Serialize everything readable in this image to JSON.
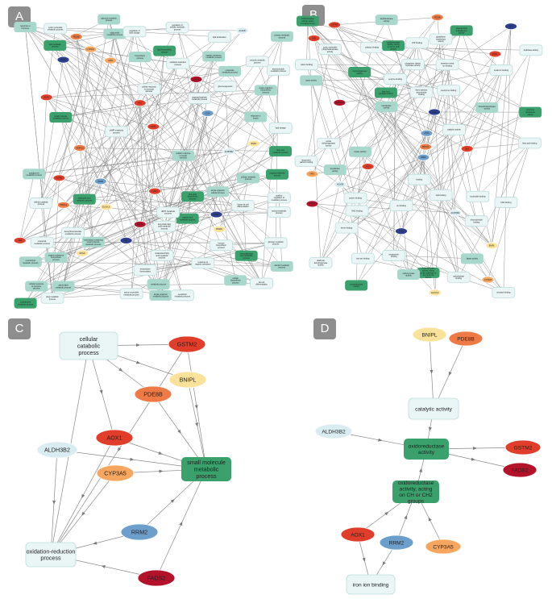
{
  "panels": {
    "a": {
      "label": "A"
    },
    "b": {
      "label": "B"
    },
    "c": {
      "label": "C"
    },
    "d": {
      "label": "D"
    }
  },
  "colors": {
    "edge": "#8a8a8a",
    "process_light": "#e9f6f5",
    "process_mid": "#a8d8cc",
    "process_dark": "#3aa06c",
    "gene_darkred": "#b3122a",
    "gene_red": "#e03d2a",
    "gene_orange": "#f07a45",
    "gene_lightorange": "#f6a65e",
    "gene_yellow": "#fbe29a",
    "gene_lightblue": "#d8ecf1",
    "gene_blue": "#6d9fcd",
    "gene_navy": "#2b3f8c"
  },
  "panel_c": {
    "nodes": [
      {
        "id": "cat",
        "label": "cellular catabolic process",
        "kind": "process_light"
      },
      {
        "id": "gstm2",
        "label": "GSTM2",
        "kind": "gene_red"
      },
      {
        "id": "bnipl",
        "label": "BNIPL",
        "kind": "gene_yellow"
      },
      {
        "id": "pde8b",
        "label": "PDE8B",
        "kind": "gene_orange"
      },
      {
        "id": "aox1",
        "label": "AOX1",
        "kind": "gene_red"
      },
      {
        "id": "aldh3b2",
        "label": "ALDH3B2",
        "kind": "gene_lightblue"
      },
      {
        "id": "cyp3a5",
        "label": "CYP3A5",
        "kind": "gene_lightorange"
      },
      {
        "id": "smm",
        "label": "small molecule metabolic process",
        "kind": "process_dark"
      },
      {
        "id": "rrm2",
        "label": "RRM2",
        "kind": "gene_blue"
      },
      {
        "id": "oxred",
        "label": "oxidation-reduction process",
        "kind": "process_light"
      },
      {
        "id": "fads2",
        "label": "FADS2",
        "kind": "gene_darkred"
      }
    ],
    "edges": [
      [
        "cat",
        "gstm2"
      ],
      [
        "cat",
        "bnipl"
      ],
      [
        "cat",
        "pde8b"
      ],
      [
        "cat",
        "aox1"
      ],
      [
        "cat",
        "oxred"
      ],
      [
        "gstm2",
        "smm"
      ],
      [
        "bnipl",
        "smm"
      ],
      [
        "pde8b",
        "smm"
      ],
      [
        "aox1",
        "smm"
      ],
      [
        "aldh3b2",
        "smm"
      ],
      [
        "cyp3a5",
        "smm"
      ],
      [
        "rrm2",
        "smm"
      ],
      [
        "fads2",
        "smm"
      ],
      [
        "aldh3b2",
        "oxred"
      ],
      [
        "cyp3a5",
        "oxred"
      ],
      [
        "rrm2",
        "oxred"
      ],
      [
        "fads2",
        "oxred"
      ],
      [
        "aox1",
        "oxred"
      ],
      [
        "gstm2",
        "oxred"
      ]
    ]
  },
  "panel_d": {
    "nodes": [
      {
        "id": "bnipl",
        "label": "BNIPL",
        "kind": "gene_yellow"
      },
      {
        "id": "pde8b",
        "label": "PDE8B",
        "kind": "gene_orange"
      },
      {
        "id": "cat",
        "label": "catalytic activity",
        "kind": "process_light"
      },
      {
        "id": "aldh3b2",
        "label": "ALDH3B2",
        "kind": "gene_lightblue"
      },
      {
        "id": "oxact",
        "label": "oxidoreductase activity",
        "kind": "process_dark"
      },
      {
        "id": "gstm2",
        "label": "GSTM2",
        "kind": "gene_red"
      },
      {
        "id": "fads2",
        "label": "FADS2",
        "kind": "gene_darkred"
      },
      {
        "id": "ch",
        "label": "oxidoreductase activity, acting on CH or CH2 groups",
        "kind": "process_dark"
      },
      {
        "id": "aox1",
        "label": "AOX1",
        "kind": "gene_red"
      },
      {
        "id": "rrm2",
        "label": "RRM2",
        "kind": "gene_blue"
      },
      {
        "id": "cyp3a5",
        "label": "CYP3A5",
        "kind": "gene_lightorange"
      },
      {
        "id": "iron",
        "label": "iron ion binding",
        "kind": "process_light"
      }
    ],
    "edges": [
      [
        "bnipl",
        "cat"
      ],
      [
        "pde8b",
        "cat"
      ],
      [
        "cat",
        "oxact"
      ],
      [
        "aldh3b2",
        "oxact"
      ],
      [
        "oxact",
        "gstm2"
      ],
      [
        "oxact",
        "fads2"
      ],
      [
        "ch",
        "oxact"
      ],
      [
        "aox1",
        "ch"
      ],
      [
        "rrm2",
        "ch"
      ],
      [
        "cyp3a5",
        "ch"
      ],
      [
        "aox1",
        "iron"
      ],
      [
        "rrm2",
        "iron"
      ]
    ]
  },
  "panel_a": {
    "nodes": [
      {
        "label": "RPGR",
        "kind": "gene_yellow"
      },
      {
        "label": "HK2",
        "kind": "gene_red"
      },
      {
        "label": "CD36",
        "kind": "gene_blue"
      },
      {
        "label": "ALDH1A1",
        "kind": "gene_darkred"
      },
      {
        "label": "GSTM2",
        "kind": "gene_red"
      },
      {
        "label": "AOX1",
        "kind": "gene_red"
      },
      {
        "label": "PDE8B",
        "kind": "gene_orange"
      },
      {
        "label": "BNIPL",
        "kind": "gene_yellow"
      },
      {
        "label": "RRM2",
        "kind": "gene_blue"
      },
      {
        "label": "FADS2",
        "kind": "gene_darkred"
      },
      {
        "label": "CYP3A5",
        "kind": "gene_lightorange"
      },
      {
        "label": "ALDH3B2",
        "kind": "gene_lightblue"
      },
      {
        "label": "SMS",
        "kind": "gene_red"
      },
      {
        "label": "PRKCQ",
        "kind": "gene_orange"
      },
      {
        "label": "ELOVL6",
        "kind": "gene_yellow"
      },
      {
        "label": "SCD",
        "kind": "gene_navy"
      },
      {
        "label": "FASN",
        "kind": "gene_navy"
      },
      {
        "label": "PCK1",
        "kind": "gene_red"
      },
      {
        "label": "GPD1",
        "kind": "gene_lightorange"
      },
      {
        "label": "ACACB",
        "kind": "gene_lightblue"
      },
      {
        "label": "LPL",
        "kind": "gene_navy"
      },
      {
        "label": "PPARG",
        "kind": "gene_yellow"
      },
      {
        "label": "CIDEA",
        "kind": "gene_red"
      },
      {
        "label": "ADIPOQ",
        "kind": "gene_orange"
      },
      {
        "label": "small molecule metabolic process",
        "kind": "process_dark"
      },
      {
        "label": "lipid metabolic process",
        "kind": "process_dark"
      },
      {
        "label": "fatty acid metabolic process",
        "kind": "process_dark"
      },
      {
        "label": "organic acid metabolic process",
        "kind": "process_dark"
      },
      {
        "label": "carboxylic acid metabolic process",
        "kind": "process_dark"
      },
      {
        "label": "oxoacid metabolic process",
        "kind": "process_dark"
      },
      {
        "label": "monocarboxylic acid metabolic process",
        "kind": "process_dark"
      },
      {
        "label": "cellular lipid metabolic process",
        "kind": "process_dark"
      },
      {
        "label": "lipid biosynthetic process",
        "kind": "process_dark"
      },
      {
        "label": "fatty acid biosynthetic process",
        "kind": "process_dark"
      },
      {
        "label": "cellular catabolic process",
        "kind": "process_light"
      },
      {
        "label": "oxidation-reduction process",
        "kind": "process_light"
      },
      {
        "label": "organic substance metabolic process",
        "kind": "process_mid"
      },
      {
        "label": "primary metabolic process",
        "kind": "process_mid"
      },
      {
        "label": "cellular metabolic process",
        "kind": "process_mid"
      },
      {
        "label": "metabolic process",
        "kind": "process_mid"
      },
      {
        "label": "biosynthetic process",
        "kind": "process_mid"
      },
      {
        "label": "cellular biosynthetic process",
        "kind": "process_mid"
      },
      {
        "label": "organic substance biosynthetic process",
        "kind": "process_mid"
      },
      {
        "label": "single-organism metabolic process",
        "kind": "process_mid"
      },
      {
        "label": "single-organism biosynthetic process",
        "kind": "process_mid"
      },
      {
        "label": "single-organism cellular process",
        "kind": "process_mid"
      },
      {
        "label": "response to hormone",
        "kind": "process_mid"
      },
      {
        "label": "cellular response to hormone stimulus",
        "kind": "process_mid"
      },
      {
        "label": "response to insulin",
        "kind": "process_mid"
      },
      {
        "label": "cellular response to insulin stimulus",
        "kind": "process_mid"
      },
      {
        "label": "glycerol metabolic process",
        "kind": "process_mid"
      },
      {
        "label": "glycerolipid metabolic process",
        "kind": "process_mid"
      },
      {
        "label": "triglyceride metabolic process",
        "kind": "process_mid"
      },
      {
        "label": "neutral lipid metabolic process",
        "kind": "process_mid"
      },
      {
        "label": "acylglycerol metabolic process",
        "kind": "process_mid"
      },
      {
        "label": "alcohol metabolic process",
        "kind": "process_mid"
      },
      {
        "label": "nucleotide metabolic process",
        "kind": "process_mid"
      },
      {
        "label": "nucleobase-containing small molecule metabolic process",
        "kind": "process_mid"
      },
      {
        "label": "deoxyribonucleotide metabolic process",
        "kind": "process_light"
      },
      {
        "label": "dNTP metabolic process",
        "kind": "process_light"
      },
      {
        "label": "cAMP metabolic process",
        "kind": "process_light"
      },
      {
        "label": "cyclic nucleotide metabolic process",
        "kind": "process_light"
      },
      {
        "label": "purine nucleotide metabolic process",
        "kind": "process_light"
      },
      {
        "label": "ribonucleotide metabolic process",
        "kind": "process_light"
      },
      {
        "label": "organophosphate metabolic process",
        "kind": "process_light"
      },
      {
        "label": "drug metabolic process",
        "kind": "process_light"
      },
      {
        "label": "steroid metabolic process",
        "kind": "process_light"
      },
      {
        "label": "retinoid metabolic process",
        "kind": "process_light"
      },
      {
        "label": "xenobiotic metabolic process",
        "kind": "process_light"
      },
      {
        "label": "cellular response to chemical stimulus",
        "kind": "process_light"
      },
      {
        "label": "response to organic substance",
        "kind": "process_light"
      },
      {
        "label": "regulation of lipid storage",
        "kind": "process_light"
      },
      {
        "label": "glucose metabolic process",
        "kind": "process_light"
      },
      {
        "label": "gluconeogenesis",
        "kind": "process_light"
      },
      {
        "label": "hexose biosynthetic process",
        "kind": "process_light"
      },
      {
        "label": "positive regulation of metabolic process",
        "kind": "process_light"
      },
      {
        "label": "regulation of cellular metabolic process",
        "kind": "process_light"
      },
      {
        "label": "brown fat cell differentiation",
        "kind": "process_light"
      },
      {
        "label": "fat cell differentiation",
        "kind": "process_light"
      },
      {
        "label": "temperature homeostasis",
        "kind": "process_light"
      },
      {
        "label": "long-chain fatty acid metabolic process",
        "kind": "process_light"
      },
      {
        "label": "unsaturated fatty acid metabolic process",
        "kind": "process_light"
      },
      {
        "label": "icosanoid metabolic process",
        "kind": "process_light"
      },
      {
        "label": "lipid storage",
        "kind": "process_light"
      },
      {
        "label": "lipid localization",
        "kind": "process_light"
      }
    ],
    "edge_count": 240
  },
  "panel_b": {
    "nodes": [
      {
        "label": "AOX1",
        "kind": "gene_red"
      },
      {
        "label": "GSTM2",
        "kind": "gene_red"
      },
      {
        "label": "FADS2",
        "kind": "gene_darkred"
      },
      {
        "label": "PDE8B",
        "kind": "gene_orange"
      },
      {
        "label": "BNIPL",
        "kind": "gene_yellow"
      },
      {
        "label": "RRM2",
        "kind": "gene_blue"
      },
      {
        "label": "CYP3A5",
        "kind": "gene_lightorange"
      },
      {
        "label": "ALDH3B2",
        "kind": "gene_lightblue"
      },
      {
        "label": "SCD",
        "kind": "gene_navy"
      },
      {
        "label": "FASN",
        "kind": "gene_navy"
      },
      {
        "label": "HK2",
        "kind": "gene_red"
      },
      {
        "label": "CD36",
        "kind": "gene_blue"
      },
      {
        "label": "ALDH1A1",
        "kind": "gene_darkred"
      },
      {
        "label": "PCK1",
        "kind": "gene_red"
      },
      {
        "label": "GPD1",
        "kind": "gene_lightorange"
      },
      {
        "label": "ACACB",
        "kind": "gene_lightblue"
      },
      {
        "label": "ELOVL6",
        "kind": "gene_yellow"
      },
      {
        "label": "LPL",
        "kind": "gene_navy"
      },
      {
        "label": "PRKCQ",
        "kind": "gene_orange"
      },
      {
        "label": "SMS",
        "kind": "gene_red"
      },
      {
        "label": "oxidoreductase activity",
        "kind": "process_dark"
      },
      {
        "label": "catalytic activity",
        "kind": "process_light"
      },
      {
        "label": "binding",
        "kind": "process_light"
      },
      {
        "label": "iron ion binding",
        "kind": "process_light"
      },
      {
        "label": "metal ion binding",
        "kind": "process_light"
      },
      {
        "label": "cation binding",
        "kind": "process_light"
      },
      {
        "label": "ion binding",
        "kind": "process_light"
      },
      {
        "label": "transition metal ion binding",
        "kind": "process_light"
      },
      {
        "label": "heme binding",
        "kind": "process_light"
      },
      {
        "label": "tetrapyrrole binding",
        "kind": "process_light"
      },
      {
        "label": "cofactor binding",
        "kind": "process_light"
      },
      {
        "label": "coenzyme binding",
        "kind": "process_light"
      },
      {
        "label": "NAD binding",
        "kind": "process_light"
      },
      {
        "label": "FAD binding",
        "kind": "process_light"
      },
      {
        "label": "flavin adenine dinucleotide binding",
        "kind": "process_light"
      },
      {
        "label": "oxidoreductase activity, acting on CH or CH2 groups",
        "kind": "process_dark"
      },
      {
        "label": "oxidoreductase activity, acting on the aldehyde or oxo group of donors",
        "kind": "process_dark"
      },
      {
        "label": "oxidoreductase activity, acting on paired donors",
        "kind": "process_dark"
      },
      {
        "label": "monooxygenase activity",
        "kind": "process_dark"
      },
      {
        "label": "stearoyl-CoA 9-desaturase activity",
        "kind": "process_dark"
      },
      {
        "label": "acyl-CoA desaturase activity",
        "kind": "process_dark"
      },
      {
        "label": "fatty acid synthase activity",
        "kind": "process_dark"
      },
      {
        "label": "transferase activity",
        "kind": "process_mid"
      },
      {
        "label": "acyltransferase activity",
        "kind": "process_mid"
      },
      {
        "label": "ligase activity",
        "kind": "process_mid"
      },
      {
        "label": "lyase activity",
        "kind": "process_mid"
      },
      {
        "label": "carboxy-lyase activity",
        "kind": "process_mid"
      },
      {
        "label": "kinase activity",
        "kind": "process_mid"
      },
      {
        "label": "hexokinase activity",
        "kind": "process_mid"
      },
      {
        "label": "phosphotransferase activity",
        "kind": "process_mid"
      },
      {
        "label": "glutathione transferase activity",
        "kind": "process_light"
      },
      {
        "label": "phosphoric diester hydrolase activity",
        "kind": "process_light"
      },
      {
        "label": "cyclic nucleotide phosphodiesterase activity",
        "kind": "process_light"
      },
      {
        "label": "hydrolase activity",
        "kind": "process_light"
      },
      {
        "label": "aldehyde dehydrogenase activity",
        "kind": "process_light"
      },
      {
        "label": "retinal dehydrogenase activity",
        "kind": "process_light"
      },
      {
        "label": "lipid binding",
        "kind": "process_light"
      },
      {
        "label": "fatty acid binding",
        "kind": "process_light"
      },
      {
        "label": "lipoprotein particle binding",
        "kind": "process_light"
      },
      {
        "label": "receptor binding",
        "kind": "process_light"
      },
      {
        "label": "protein binding",
        "kind": "process_light"
      },
      {
        "label": "enzyme binding",
        "kind": "process_light"
      },
      {
        "label": "carbohydrate binding",
        "kind": "process_light"
      },
      {
        "label": "nucleotide binding",
        "kind": "process_light"
      },
      {
        "label": "ribonucleotide binding",
        "kind": "process_light"
      },
      {
        "label": "ATP binding",
        "kind": "process_light"
      }
    ],
    "edge_count": 150
  }
}
